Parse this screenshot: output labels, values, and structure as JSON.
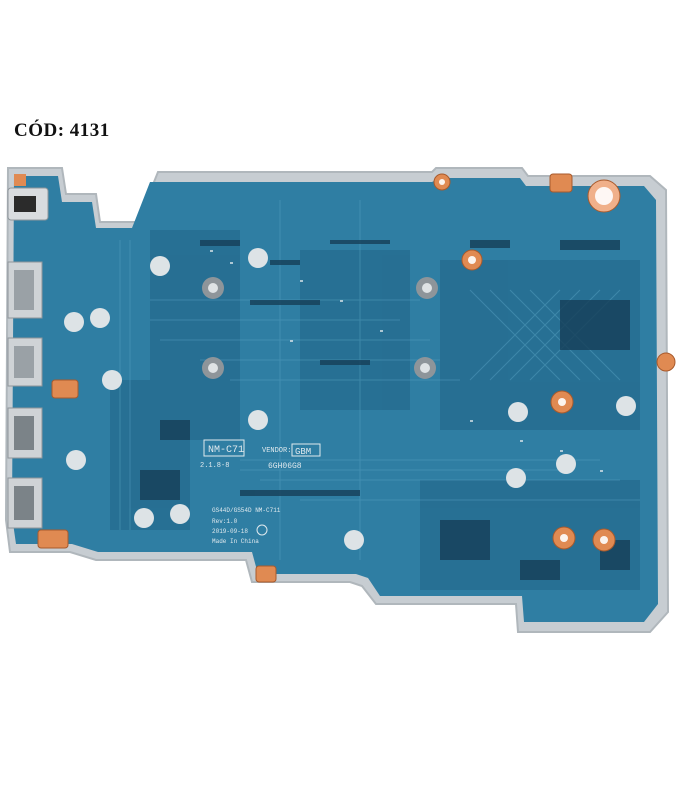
{
  "product_code": "CÓD: 4131",
  "board": {
    "model_box": "NM-C71",
    "vendor_label": "VENDOR:",
    "vendor_box": "GBM",
    "date_code": "2.1.8-8",
    "barcode_text": "6GH06G8",
    "silkscreen_lines": [
      "GS44D/GS54D  NM-C711",
      "Rev:1.0",
      "2019-09-18",
      "Made In China"
    ]
  },
  "colors": {
    "pcb": "#2f7ea3",
    "pcb_dark": "#1f5f82",
    "tray": "#c9cfd3",
    "copper_pad": "#e08a52",
    "usb_metal": "#cfd3d6"
  }
}
